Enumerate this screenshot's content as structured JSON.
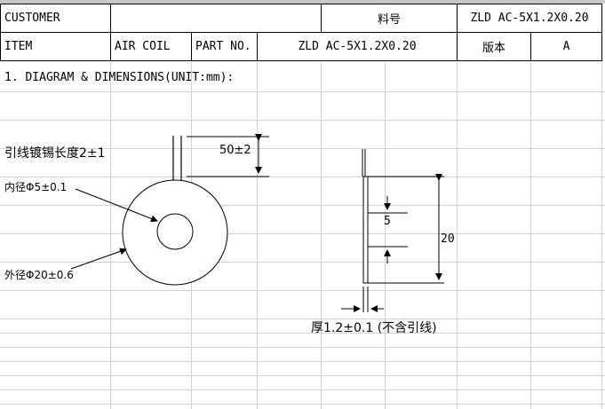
{
  "header": {
    "customer_label": "CUSTOMER",
    "customer_value": "",
    "part_code_label": "料号",
    "part_code_value": "ZLD  AC-5X1.2X0.20",
    "item_label": "ITEM",
    "item_value": "AIR COIL",
    "part_no_label": "PART NO.",
    "part_no_value": "ZLD  AC-5X1.2X0.20",
    "version_label": "版本",
    "version_value": "A"
  },
  "section_title": "1. DIAGRAM & DIMENSIONS(UNIT:mm):",
  "annotations": {
    "lead_tin_length": "引线镀锡长度2±1",
    "lead_length_dim": "50±2",
    "inner_diameter": "内径Φ5±0.1",
    "outer_diameter": "外径Φ20±0.6",
    "inner_gap_dim": "5",
    "height_dim": "20",
    "thickness": "厚1.2±0.1 (不含引线)"
  }
}
